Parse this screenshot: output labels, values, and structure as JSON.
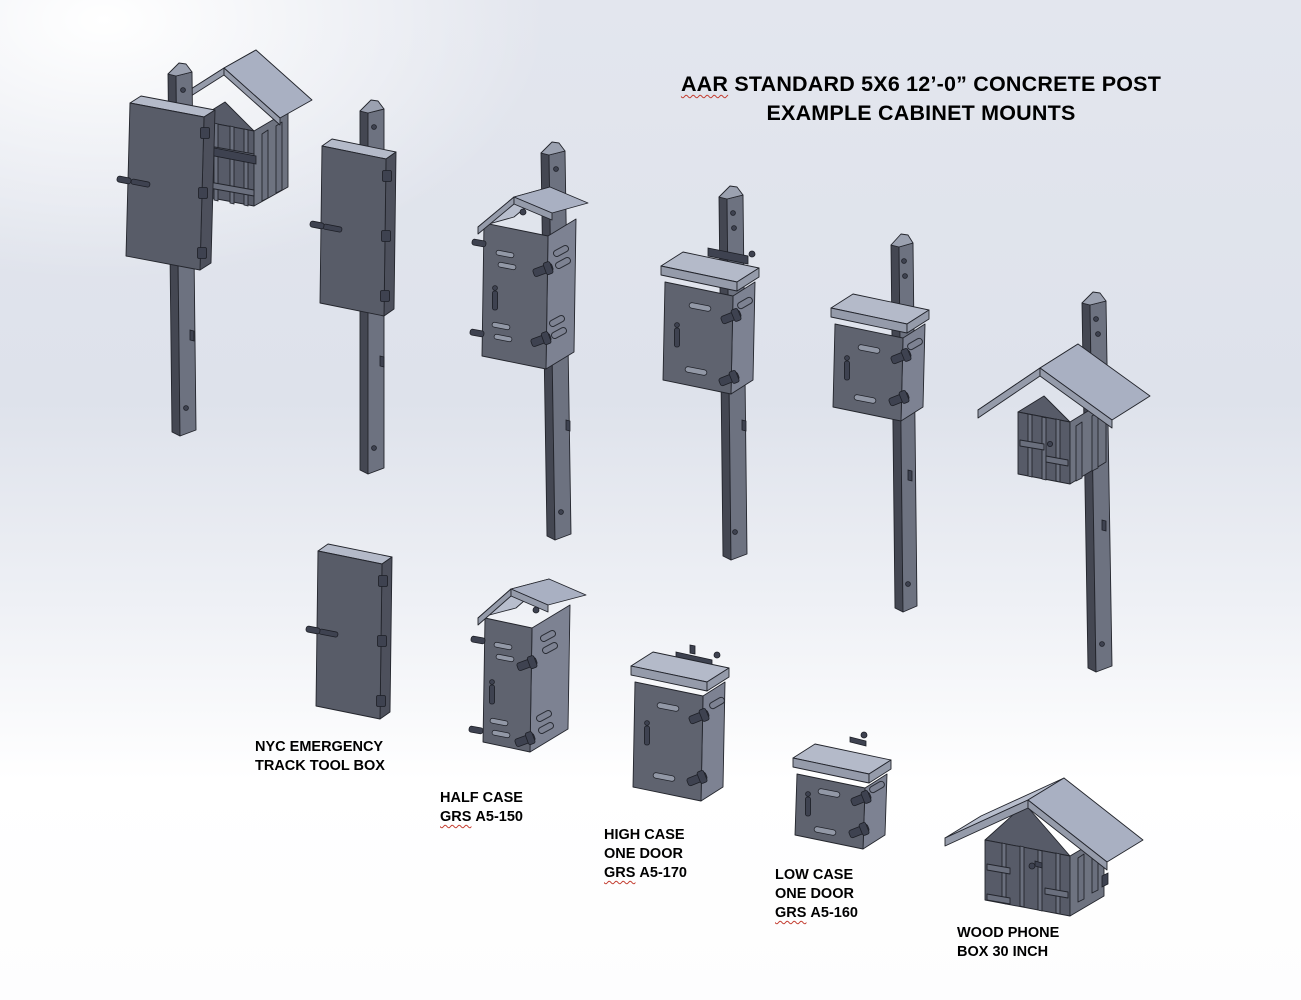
{
  "title": {
    "word_underlined": "AAR",
    "line1_rest": "STANDARD 5X6 12’-0” CONCRETE POST",
    "line2": "EXAMPLE CABINET MOUNTS"
  },
  "labels": {
    "nyc_tool_box": {
      "line1": "NYC EMERGENCY",
      "line2": "TRACK TOOL BOX"
    },
    "half_case": {
      "line1": "HALF CASE",
      "grs": "GRS",
      "model": "A5-150"
    },
    "high_case": {
      "line1": "HIGH CASE",
      "line2": "ONE DOOR",
      "grs": "GRS",
      "model": "A5-170"
    },
    "low_case": {
      "line1": "LOW CASE",
      "line2": "ONE DOOR",
      "grs": "GRS",
      "model": "A5-160"
    },
    "wood_phone_box": {
      "line1": "WOOD PHONE",
      "line2": "BOX 30 INCH"
    }
  },
  "figures": {
    "top_row": [
      "concrete-post-with-tool-box-and-phone-box",
      "concrete-post-with-track-tool-box",
      "concrete-post-with-half-case",
      "concrete-post-with-high-case",
      "concrete-post-with-low-case",
      "concrete-post-with-wood-phone-box"
    ],
    "bottom_row": [
      "track-tool-box",
      "half-case",
      "high-case",
      "low-case",
      "wood-phone-box"
    ]
  },
  "colors": {
    "background_mid": "#dee2eb",
    "background_light": "#ffffff",
    "cabinet_front": "#5f636f",
    "cabinet_side": "#7d8292",
    "cabinet_top": "#b4bac9",
    "roof": "#a9b0c2",
    "post_front": "#6d7280",
    "post_side": "#444752",
    "outline": "#23252c",
    "title_text": "#000000",
    "spellcheck_squiggle": "#c23b2e"
  }
}
